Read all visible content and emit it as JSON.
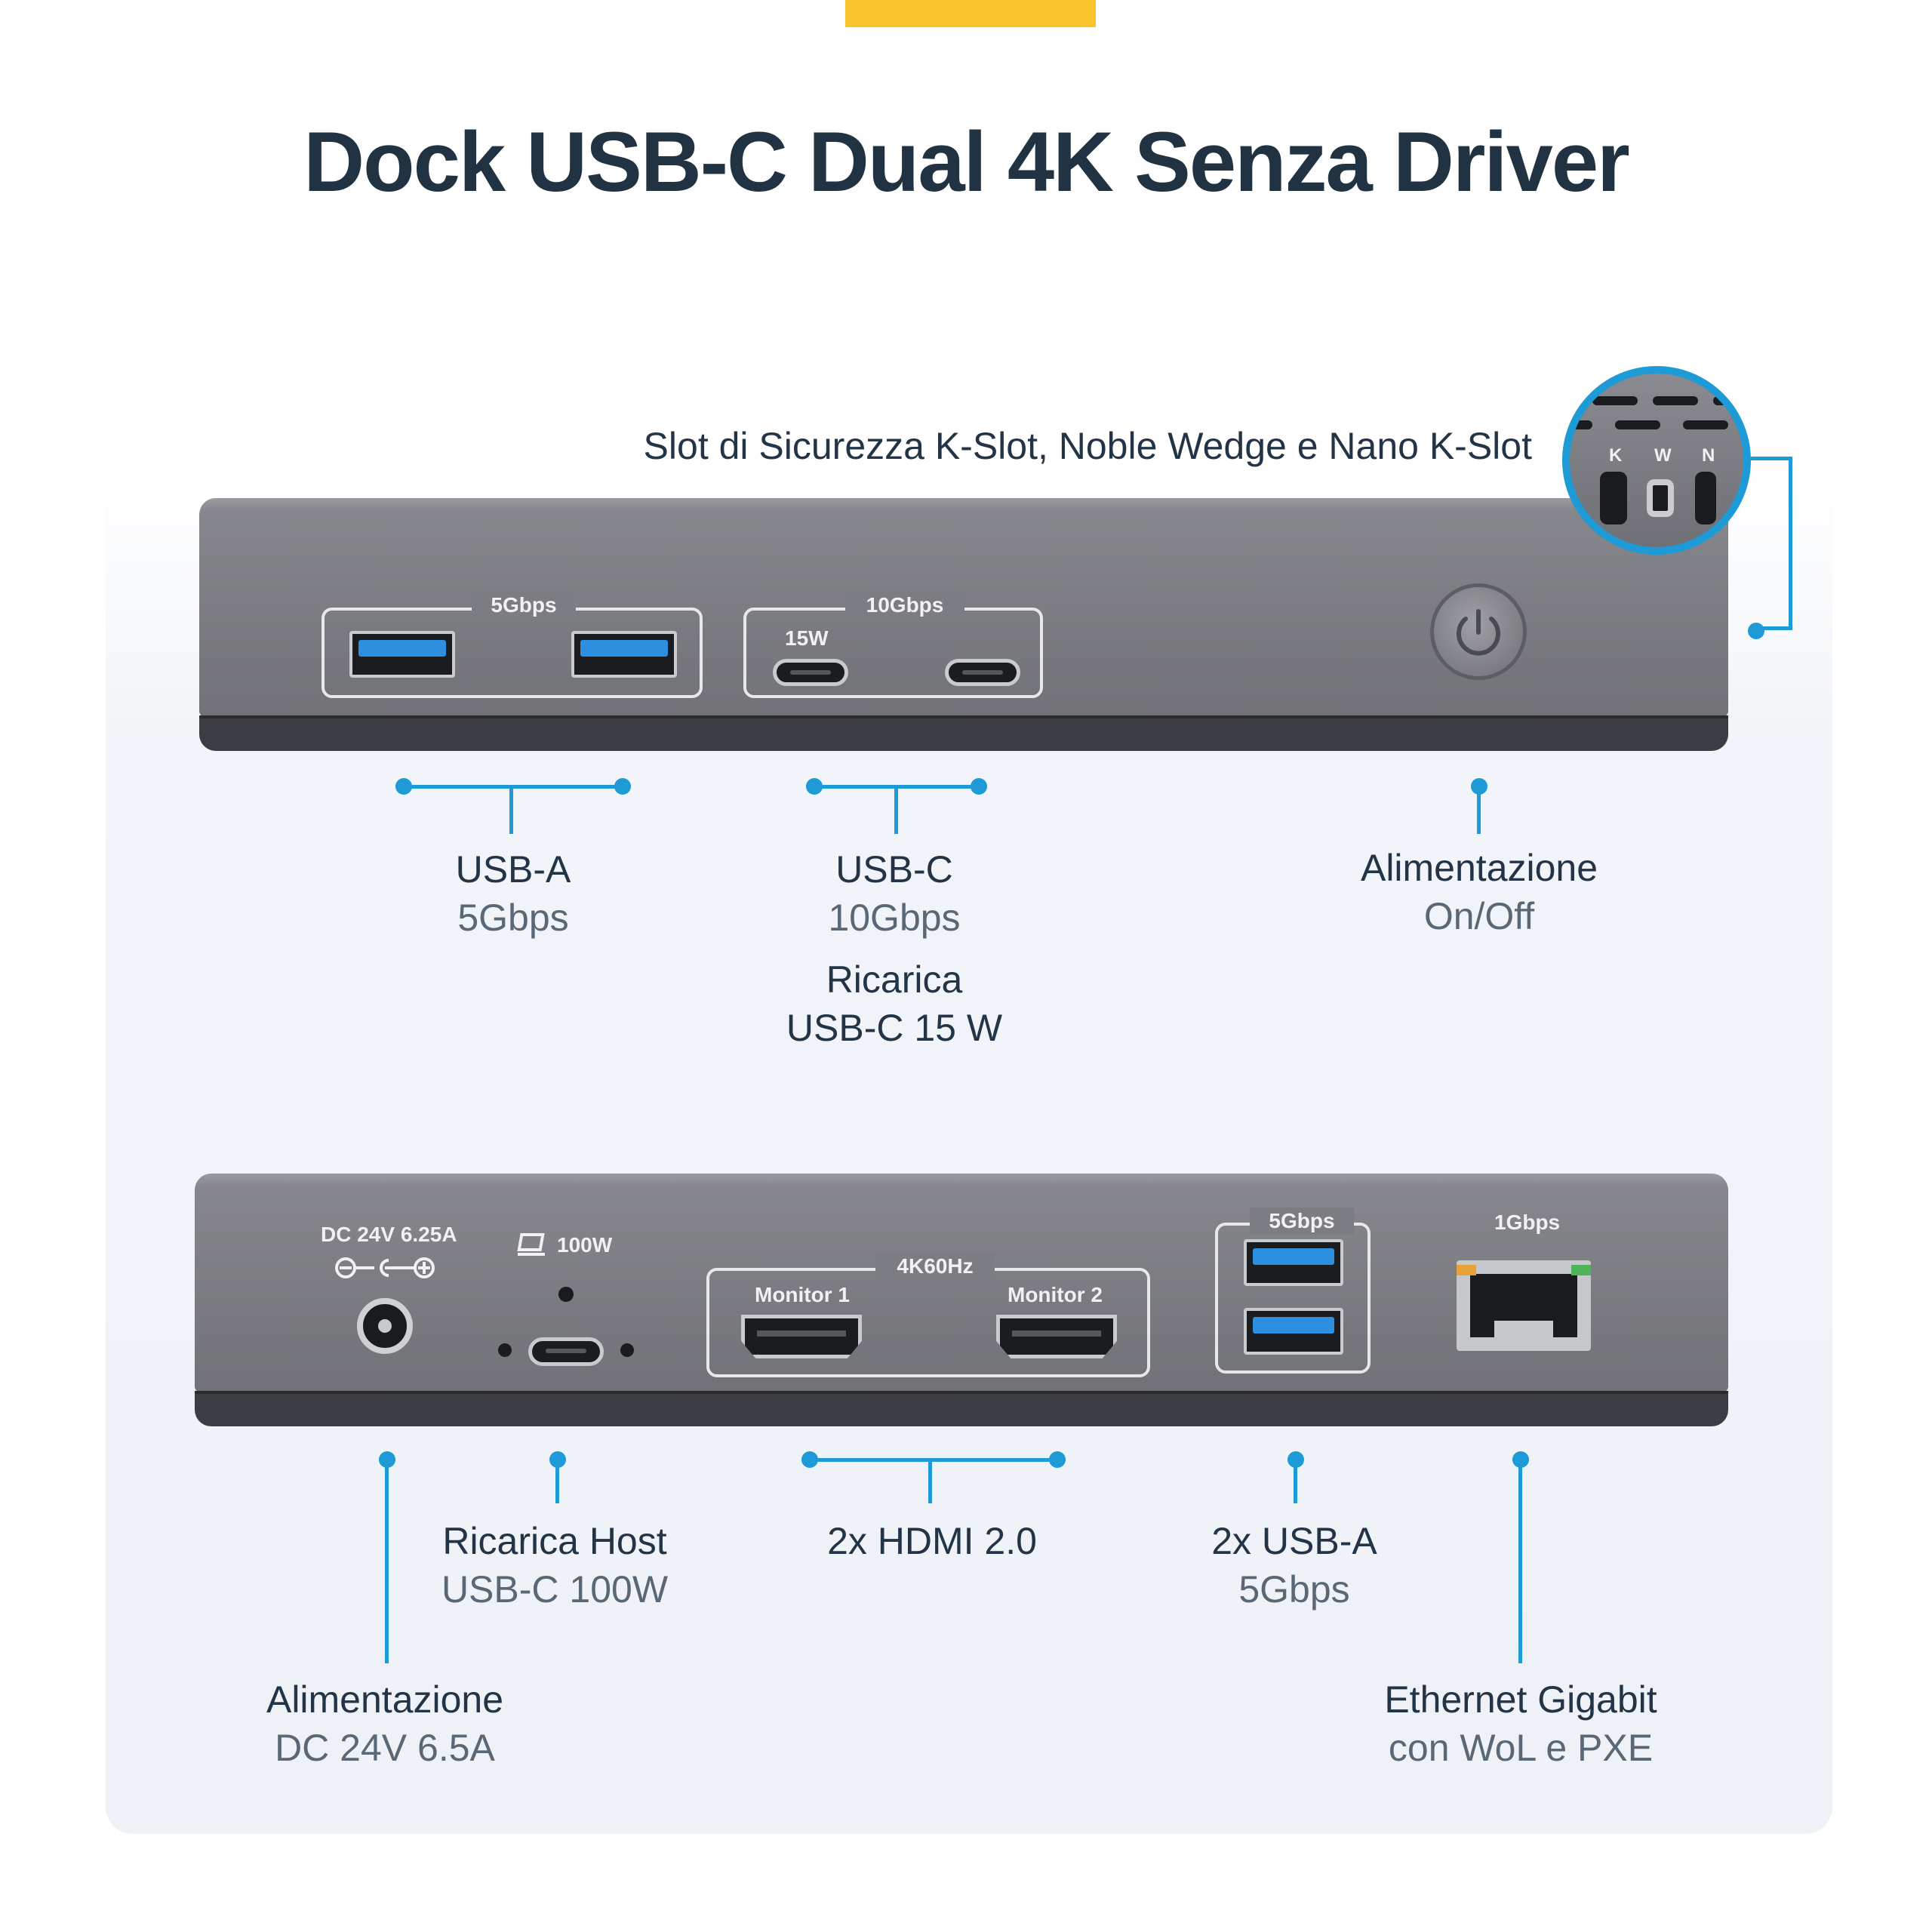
{
  "title": "Dock USB-C Dual 4K Senza Driver",
  "security": {
    "label": "Slot di Sicurezza K-Slot, Noble Wedge e Nano K-Slot",
    "slots": [
      "K",
      "W",
      "N"
    ]
  },
  "front": {
    "usba_box_label": "5Gbps",
    "usbc_box_label": "10Gbps",
    "usbc_port_label": "15W"
  },
  "rear": {
    "dc_label": "DC 24V 6.25A",
    "host_label": "100W",
    "hdmi_box_label": "4K60Hz",
    "monitor1": "Monitor 1",
    "monitor2": "Monitor 2",
    "usba_label": "5Gbps",
    "eth_label": "1Gbps"
  },
  "callouts": {
    "usba": {
      "l1": "USB-A",
      "l2": "5Gbps"
    },
    "usbc": {
      "l1": "USB-C",
      "l2": "10Gbps"
    },
    "charge": {
      "l1": "Ricarica",
      "l2": "USB-C 15 W"
    },
    "power": {
      "l1": "Alimentazione",
      "l2": "On/Off"
    },
    "host": {
      "l1": "Ricarica Host",
      "l2": "USB-C 100W"
    },
    "hdmi": {
      "l1": "2x HDMI 2.0"
    },
    "rear_usba": {
      "l1": "2x USB-A",
      "l2": "5Gbps"
    },
    "dc": {
      "l1": "Alimentazione",
      "l2": "DC 24V 6.5A"
    },
    "ethernet": {
      "l1": "Ethernet Gigabit",
      "l2": "con WoL e PXE"
    }
  },
  "colors": {
    "accent": "#f9c32b",
    "callout_blue": "#1e9ad6",
    "usb_blue": "#2d8fe0"
  }
}
